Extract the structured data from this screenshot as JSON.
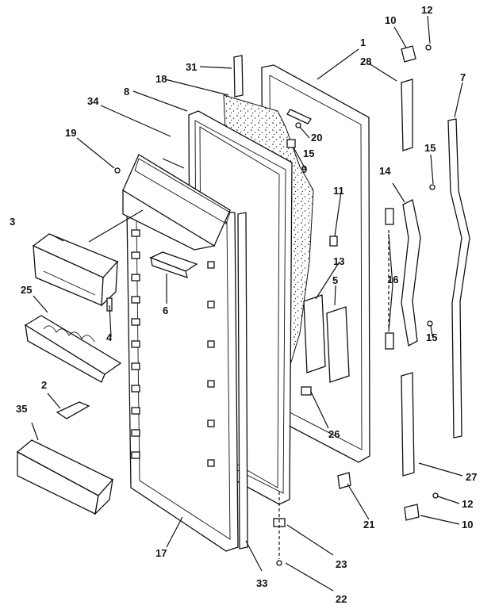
{
  "diagram": {
    "labels": {
      "p1": "1",
      "p2": "2",
      "p3": "3",
      "p4": "4",
      "p5": "5",
      "p6": "6",
      "p7": "7",
      "p8": "8",
      "p9": "9",
      "p10a": "10",
      "p10b": "10",
      "p11": "11",
      "p12a": "12",
      "p12b": "12",
      "p13": "13",
      "p14": "14",
      "p15a": "15",
      "p15b": "15",
      "p15c": "15",
      "p16": "16",
      "p17": "17",
      "p18": "18",
      "p19": "19",
      "p20": "20",
      "p21": "21",
      "p22": "22",
      "p23": "23",
      "p25": "25",
      "p26": "26",
      "p27": "27",
      "p28": "28",
      "p31": "31",
      "p33": "33",
      "p34": "34",
      "p35": "35"
    }
  }
}
